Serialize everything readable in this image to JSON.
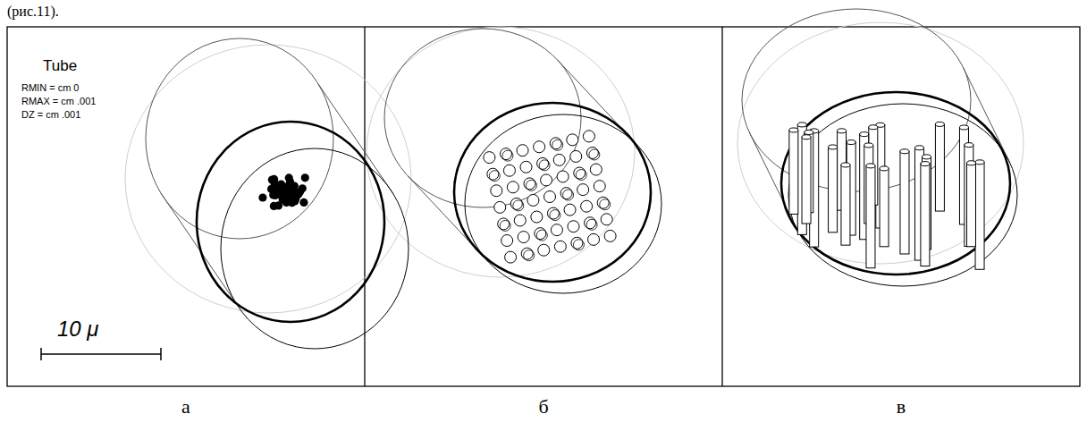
{
  "diagram": {
    "labels": [
      "(рис.11).",
      "Tube",
      "RMIN = cm 0",
      "RMAX = cm .001",
      "DZ = cm .001",
      "10 μ",
      "а",
      "б",
      "в"
    ]
  }
}
